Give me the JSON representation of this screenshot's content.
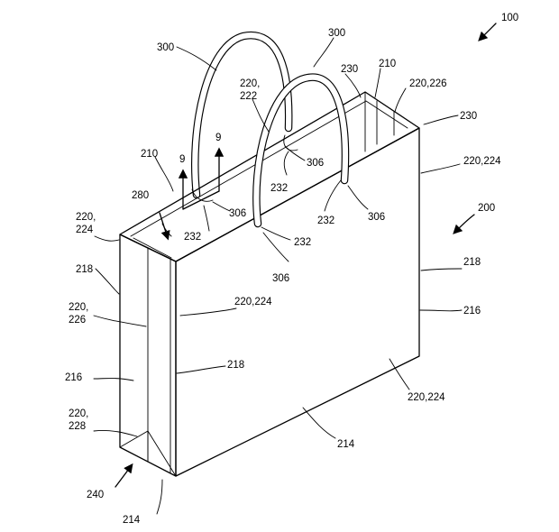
{
  "figure": {
    "labels": {
      "l100": "100",
      "l200": "200",
      "l300a": "300",
      "l300b": "300",
      "l230a": "230",
      "l210a": "210",
      "l220_226a": "220,226",
      "l220_222_line1": "220,",
      "l220_222_line2": "222",
      "l230b": "230",
      "l220_224a": "220,224",
      "l9a": "9",
      "l9b": "9",
      "l210b": "210",
      "l306a": "306",
      "l232a": "232",
      "l280": "280",
      "l306b": "306",
      "l232b": "232",
      "l232c": "232",
      "l306c": "306",
      "l232d": "232",
      "l220_224b_line1": "220,",
      "l220_224b_line2": "224",
      "l306d": "306",
      "l218a": "218",
      "l218b": "218",
      "l220_226b_line1": "220,",
      "l220_226b_line2": "226",
      "l220_224c": "220,224",
      "l216a": "216",
      "l218c": "218",
      "l216b": "216",
      "l220_228_line1": "220,",
      "l220_228_line2": "228",
      "l220_224d": "220,224",
      "l214a": "214",
      "l240": "240",
      "l214b": "214"
    }
  }
}
